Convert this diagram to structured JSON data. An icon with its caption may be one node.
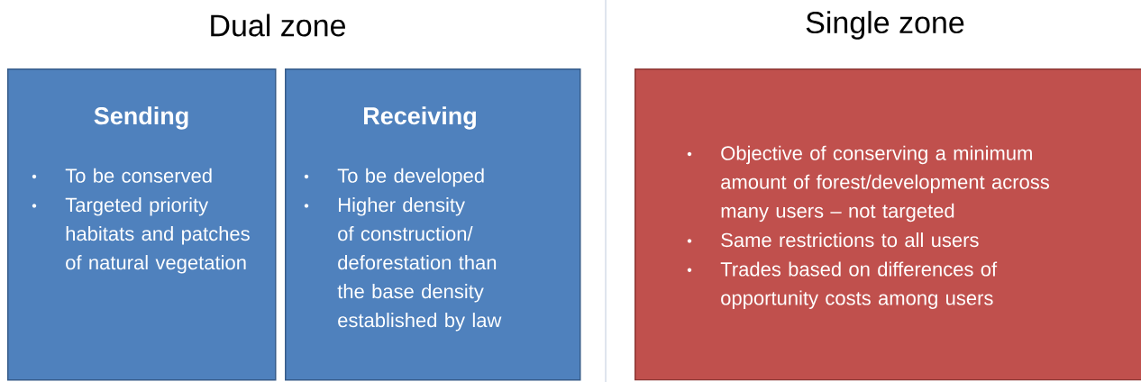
{
  "diagram": {
    "nodes": [
      {
        "text": [
          "Sending",
          "To be conserved",
          "Targeted priority habitats and patches of natural vegetation"
        ]
      },
      {
        "text": [
          "Receiving",
          "To be developed",
          "Higher density of construction/ deforestation than the base density established by law"
        ]
      },
      {
        "text": [
          "Objective of conserving a minimum amount of forest/development across many users – not targeted",
          "Same restrictions to all users",
          "Trades based on differences of opportunity costs among users"
        ]
      }
    ],
    "edges": [],
    "labels": [
      "Dual zone",
      "Single zone"
    ]
  }
}
